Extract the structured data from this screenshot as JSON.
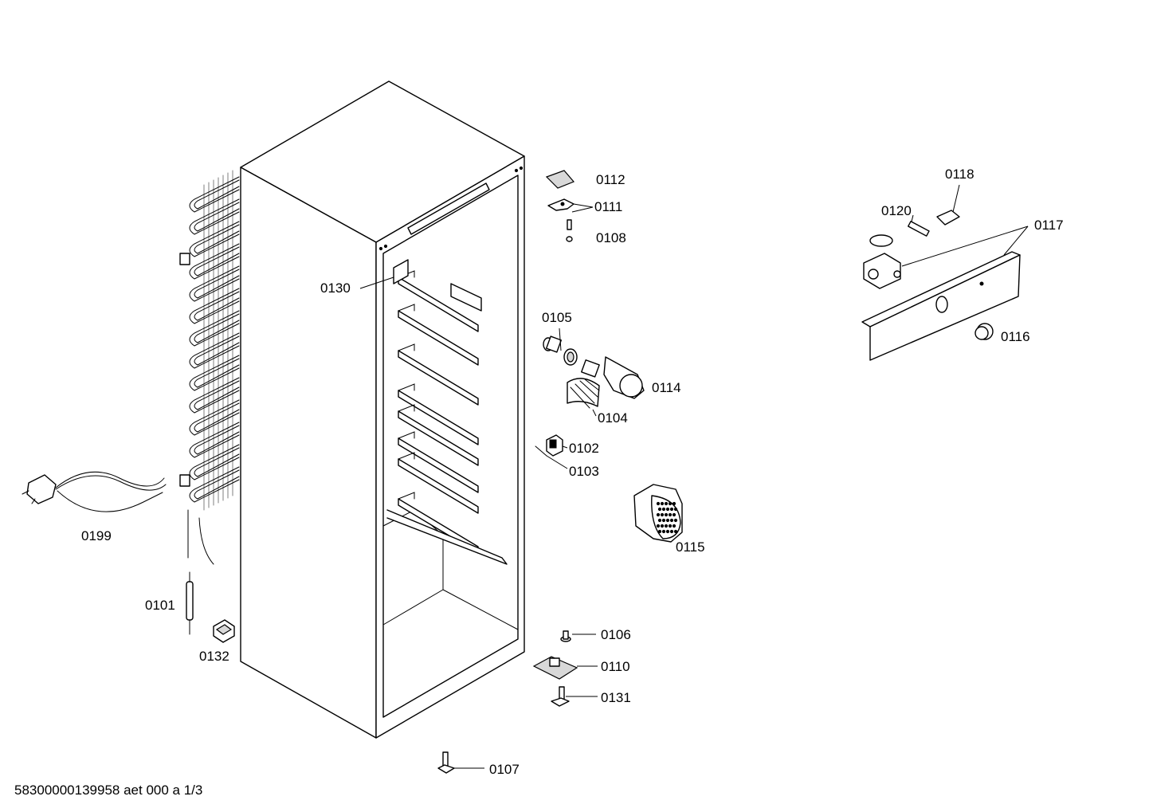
{
  "footer_text": "58300000139958 aet 000 a 1/3",
  "labels": {
    "p0112": "0112",
    "p0111": "0111",
    "p0108": "0108",
    "p0130": "0130",
    "p0105": "0105",
    "p0114": "0114",
    "p0104": "0104",
    "p0102": "0102",
    "p0103": "0103",
    "p0115": "0115",
    "p0106": "0106",
    "p0110": "0110",
    "p0131": "0131",
    "p0107": "0107",
    "p0199": "0199",
    "p0101": "0101",
    "p0132": "0132",
    "p0118": "0118",
    "p0120": "0120",
    "p0117": "0117",
    "p0116": "0116"
  }
}
